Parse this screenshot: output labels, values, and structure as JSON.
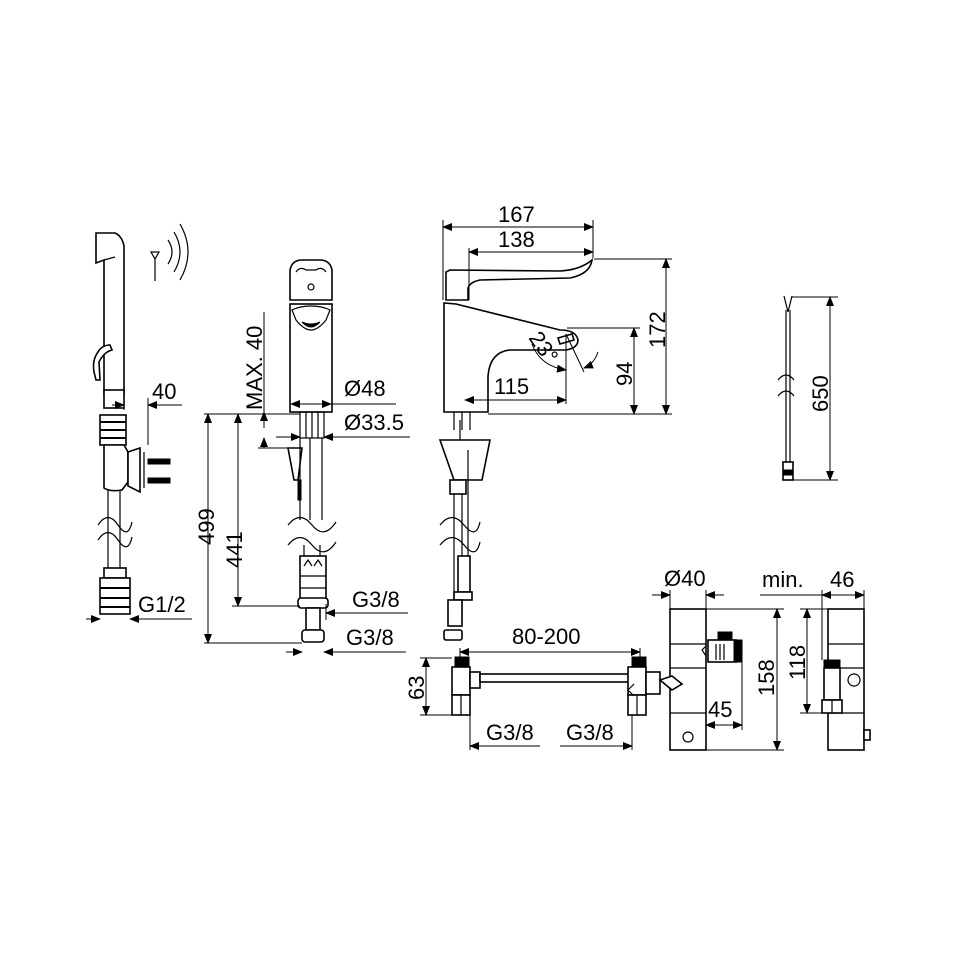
{
  "drawing": {
    "title": "Basin mixer technical drawing",
    "line_color": "#000000",
    "background": "#ffffff"
  },
  "views": {
    "sensor_side": {
      "hose_offset": "40",
      "thread": "G1/2",
      "wireless_symbol": "antenna-waves"
    },
    "front": {
      "max_thickness": "MAX. 40",
      "body_diameter": "Ø48",
      "shank_diameter": "Ø33.5",
      "total_height": "499",
      "hose_length": "441",
      "thread_upper": "G3/8",
      "thread_lower": "G3/8"
    },
    "side": {
      "width_total": "167",
      "spout_length": "138",
      "height_total": "172",
      "spout_height": "94",
      "spout_reach": "115",
      "spout_angle": "23°"
    },
    "cable": {
      "length": "650"
    },
    "connector": {
      "spacing": "80-200",
      "height": "63",
      "thread_left": "G3/8",
      "thread_right": "G3/8"
    },
    "thermostat_box": {
      "diameter": "Ø40",
      "height": "158",
      "depth": "45"
    },
    "box_side": {
      "min_label": "min.",
      "width": "46",
      "height": "118"
    }
  }
}
